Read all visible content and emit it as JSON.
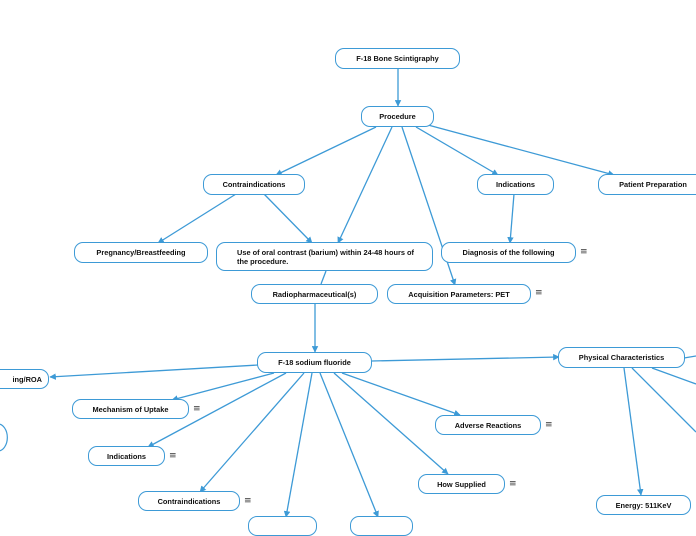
{
  "nodes": {
    "root": "F-18 Bone Scintigraphy",
    "procedure": "Procedure",
    "contraindications_top": "Contraindications",
    "indications_top": "Indications",
    "patient_prep": "Patient Preparation",
    "pregnancy": "Pregnancy/Breastfeeding",
    "oral_contrast": "Use of oral contrast (barium) within 24-48 hours of the procedure.",
    "diagnosis": "Diagnosis of the following",
    "radiopharmaceutical": "Radiopharmaceutical(s)",
    "acquisition": "Acquisition Parameters: PET",
    "f18_sodium_fluoride": "F-18 sodium fluoride",
    "physical_characteristics": "Physical Characteristics",
    "routing_roa": "ing/ROA",
    "mechanism_of_uptake": "Mechanism of Uptake",
    "indications_sub": "Indications",
    "contraindications_sub": "Contraindications",
    "adverse_reactions": "Adverse Reactions",
    "how_supplied": "How Supplied",
    "energy": "Energy: 511KeV"
  },
  "note_icon": "≡",
  "colors": {
    "edge": "#3d9ad6",
    "node_border": "#3d9ad6",
    "text": "#111111",
    "background": "#ffffff"
  }
}
